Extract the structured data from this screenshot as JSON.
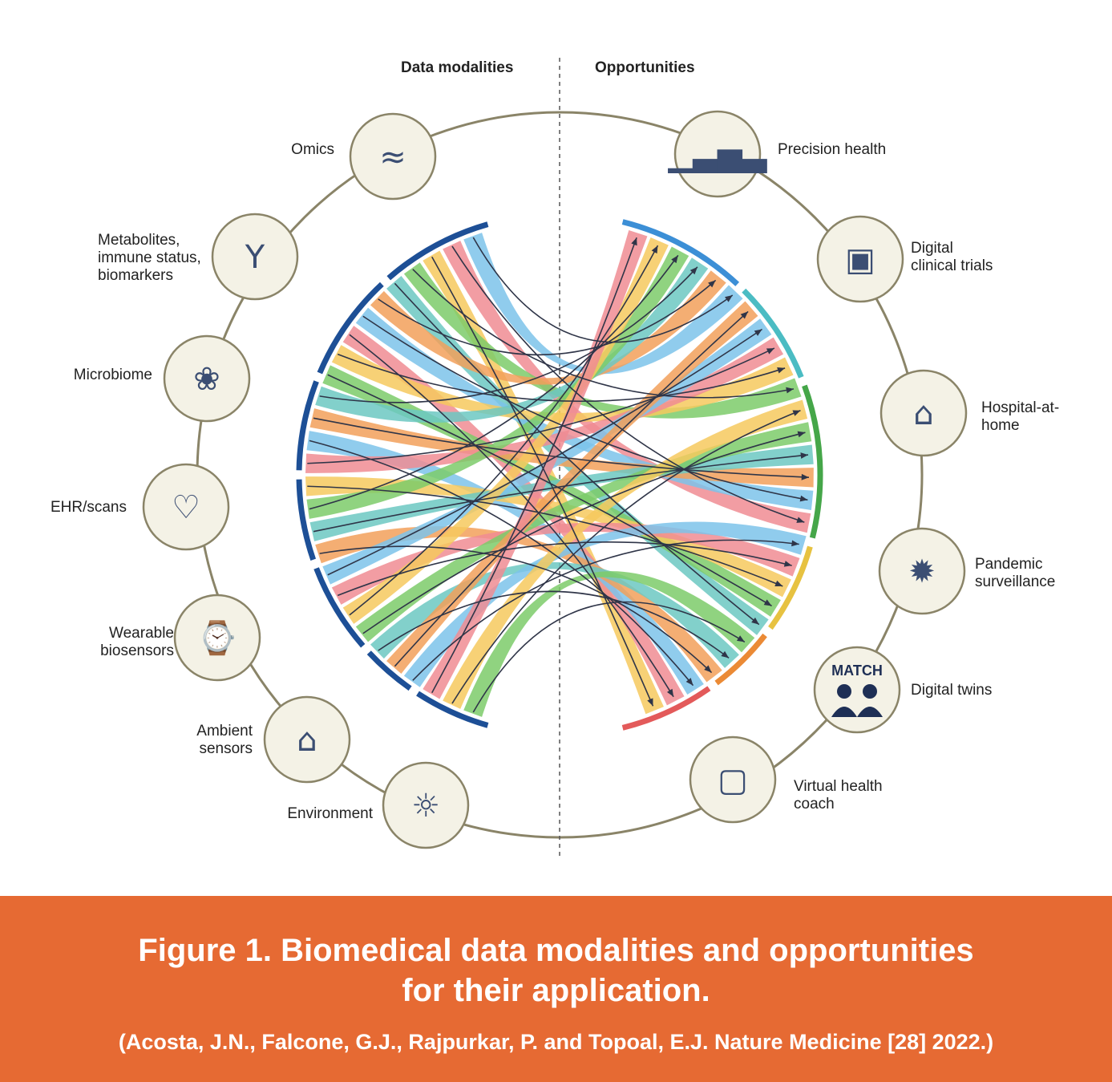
{
  "headers": {
    "left": "Data modalities",
    "right": "Opportunities"
  },
  "data_modalities": [
    {
      "label": "Omics",
      "icon": "dna-helix-icon"
    },
    {
      "label": "Metabolites,\nimmune status,\nbiomarkers",
      "icon": "antibody-icon"
    },
    {
      "label": "Microbiome",
      "icon": "microbes-icon"
    },
    {
      "label": "EHR/scans",
      "icon": "lungs-scan-icon"
    },
    {
      "label": "Wearable\nbiosensors",
      "icon": "smartwatch-icon"
    },
    {
      "label": "Ambient\nsensors",
      "icon": "bed-lamp-icon"
    },
    {
      "label": "Environment",
      "icon": "runner-smoking-icon"
    }
  ],
  "opportunities": [
    {
      "label": "Precision health",
      "icon": "histogram-curve-icon"
    },
    {
      "label": "Digital\nclinical trials",
      "icon": "monitor-arm-icon"
    },
    {
      "label": "Hospital-at-\nhome",
      "icon": "house-bed-icon"
    },
    {
      "label": "Pandemic\nsurveillance",
      "icon": "virus-icon"
    },
    {
      "label": "Digital twins",
      "icon": "match-people-icon",
      "icon_text": "MATCH"
    },
    {
      "label": "Virtual health\ncoach",
      "icon": "video-coach-icon"
    }
  ],
  "colors": {
    "ring": "#8a8468",
    "modality_arc": "#1d4f96",
    "opportunity_arcs": [
      "#3c8fd6",
      "#4bbcc3",
      "#45a649",
      "#e7c241",
      "#eb8a35",
      "#e35a5a"
    ],
    "ribbons": [
      "#7cc3ea",
      "#f08c93",
      "#f6c95e",
      "#7dcb6a",
      "#6cc8c2",
      "#f2a05a"
    ],
    "arrow": "#2f3548",
    "caption_background": "#e66a33"
  },
  "caption": {
    "title": "Figure 1. Biomedical data modalities and opportunities\nfor their application.",
    "reference": "(Acosta, J.N., Falcone, G.J., Rajpurkar, P. and Topoal, E.J. Nature Medicine [28] 2022.)"
  }
}
